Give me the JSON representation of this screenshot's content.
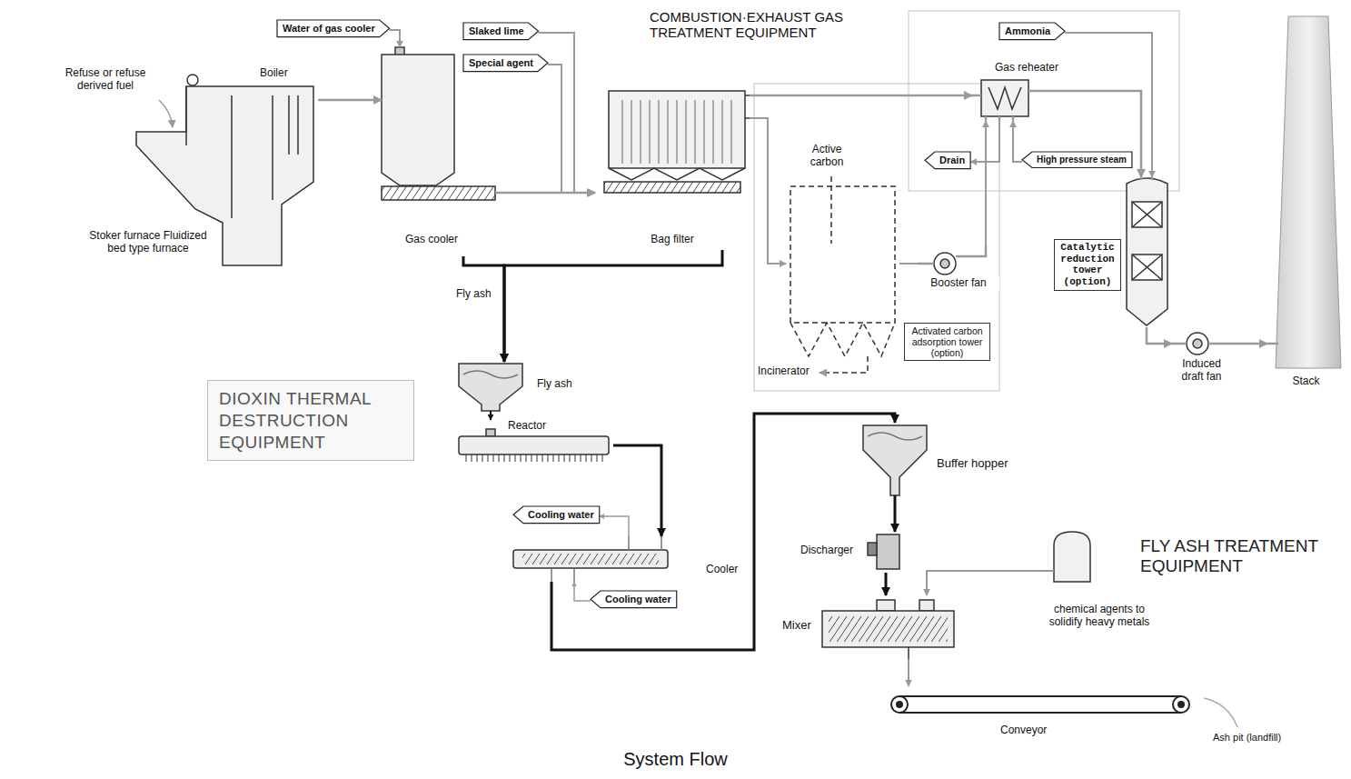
{
  "diagram": {
    "caption": "System Flow",
    "nodes": [
      {
        "text": [
          "Boiler",
          "Stoker furnace Fluidized bed type furnace"
        ]
      },
      {
        "text": [
          "Water of gas cooler"
        ]
      },
      {
        "text": [
          "Gas cooler"
        ]
      },
      {
        "text": [
          "Slaked lime"
        ]
      },
      {
        "text": [
          "Special agent"
        ]
      },
      {
        "text": [
          "Bag filter"
        ]
      },
      {
        "text": [
          "Activated carbon adsorption tower (option)"
        ]
      },
      {
        "text": [
          "Booster fan"
        ]
      },
      {
        "text": [
          "Ammonia"
        ]
      },
      {
        "text": [
          "Gas reheater"
        ]
      },
      {
        "text": [
          "Drain"
        ]
      },
      {
        "text": [
          "High pressure steam"
        ]
      },
      {
        "text": [
          "Catalytic reduction tower (option)"
        ]
      },
      {
        "text": [
          "Induced draft fan"
        ]
      },
      {
        "text": [
          "Stack"
        ]
      },
      {
        "text": [
          "DIOXIN THERMAL DESTRUCTION EQUIPMENT"
        ]
      },
      {
        "text": [
          "Fly ash"
        ]
      },
      {
        "text": [
          "Reactor"
        ]
      },
      {
        "text": [
          "Cooling water"
        ]
      },
      {
        "text": [
          "Cooler"
        ]
      },
      {
        "text": [
          "Cooling water"
        ]
      },
      {
        "text": [
          "Buffer hopper"
        ]
      },
      {
        "text": [
          "Discharger"
        ]
      },
      {
        "text": [
          "Mixer"
        ]
      },
      {
        "text": [
          "chemical agents to solidify heavy metals"
        ]
      },
      {
        "text": [
          "Conveyor"
        ]
      }
    ],
    "edges": [
      {
        "from": 0,
        "to": 2,
        "arrow": "to"
      },
      {
        "from": 1,
        "to": 2,
        "arrow": "to"
      },
      {
        "from": 3,
        "to": 5,
        "arrow": "to"
      },
      {
        "from": 4,
        "to": 5,
        "arrow": "to"
      },
      {
        "from": 2,
        "to": 5,
        "arrow": "to"
      },
      {
        "from": 5,
        "to": 9,
        "arrow": "to"
      },
      {
        "from": 5,
        "to": 6,
        "arrow": "to"
      },
      {
        "from": 6,
        "to": 7,
        "arrow": "none"
      },
      {
        "from": 7,
        "to": 9,
        "arrow": "to"
      },
      {
        "from": 8,
        "to": 12,
        "arrow": "to"
      },
      {
        "from": 9,
        "to": 12,
        "arrow": "to"
      },
      {
        "from": 11,
        "to": 9,
        "arrow": "to"
      },
      {
        "from": 9,
        "to": 10,
        "arrow": "to"
      },
      {
        "from": 12,
        "to": 13,
        "arrow": "to"
      },
      {
        "from": 13,
        "to": 14,
        "arrow": "to"
      },
      {
        "from": 2,
        "to": 16,
        "label": "Fly ash",
        "arrow": "to"
      },
      {
        "from": 5,
        "to": 16,
        "arrow": "to"
      },
      {
        "from": 16,
        "to": 17,
        "arrow": "to"
      },
      {
        "from": 17,
        "to": 19,
        "arrow": "to"
      },
      {
        "from": 19,
        "to": 18,
        "arrow": "to"
      },
      {
        "from": 20,
        "to": 19,
        "arrow": "to"
      },
      {
        "from": 19,
        "to": 21,
        "arrow": "to"
      },
      {
        "from": 21,
        "to": 22,
        "arrow": "to"
      },
      {
        "from": 22,
        "to": 23,
        "arrow": "to"
      },
      {
        "from": 24,
        "to": 23,
        "arrow": "to"
      },
      {
        "from": 23,
        "to": 25,
        "arrow": "to"
      }
    ],
    "labels": [
      "Refuse or refuse derived fuel",
      "COMBUSTION·EXHAUST GAS TREATMENT EQUIPMENT",
      "Active carbon",
      "Incinerator",
      "FLY ASH TREATMENT EQUIPMENT",
      "Ash pit (landfill)"
    ]
  }
}
